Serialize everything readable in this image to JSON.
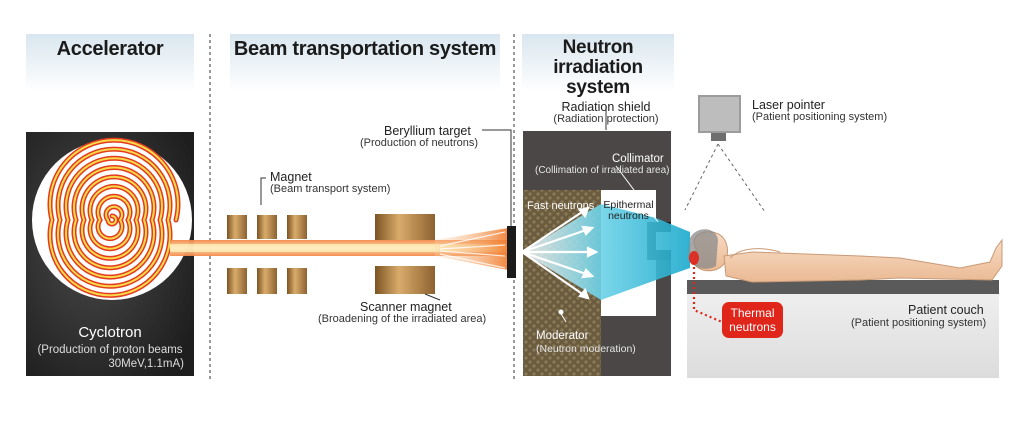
{
  "sections": {
    "accelerator": "Accelerator",
    "beam": "Beam transportation system",
    "neutron_line1": "Neutron irradiation",
    "neutron_line2": "system"
  },
  "labels": {
    "cyclotron": "Cyclotron",
    "cyclotron_sub1": "(Production of proton beams",
    "cyclotron_sub2": "30MeV,1.1mA)",
    "magnet": "Magnet",
    "magnet_sub": "(Beam transport system)",
    "beryllium": "Beryllium target",
    "beryllium_sub": "(Production of neutrons)",
    "scanner": "Scanner magnet",
    "scanner_sub": "(Broadening of the irradiated area)",
    "shield": "Radiation shield",
    "shield_sub": "(Radiation protection)",
    "collimator": "Collimator",
    "collimator_sub": "(Collimation of irradiated area)",
    "fast_neutrons": "Fast neutrons",
    "epithermal_1": "Epithermal",
    "epithermal_2": "neutrons",
    "moderator": "Moderator",
    "moderator_sub": "(Neutron moderation)",
    "laser": "Laser pointer",
    "laser_sub": "(Patient positioning system)",
    "couch": "Patient couch",
    "couch_sub": "(Patient positioning system)",
    "thermal_1": "Thermal",
    "thermal_2": "neutrons"
  },
  "colors": {
    "header_gradient_top": "#d9e6ef",
    "panel_dark": "#3a3a3a",
    "shield": "#4a4746",
    "magnet_bronze": "#b8894a",
    "beam_orange": "#f07a2a",
    "neutron_cyan": "#3fc6e0",
    "thermal_red": "#e0251b",
    "couch_gray": "#e6e6e6"
  }
}
